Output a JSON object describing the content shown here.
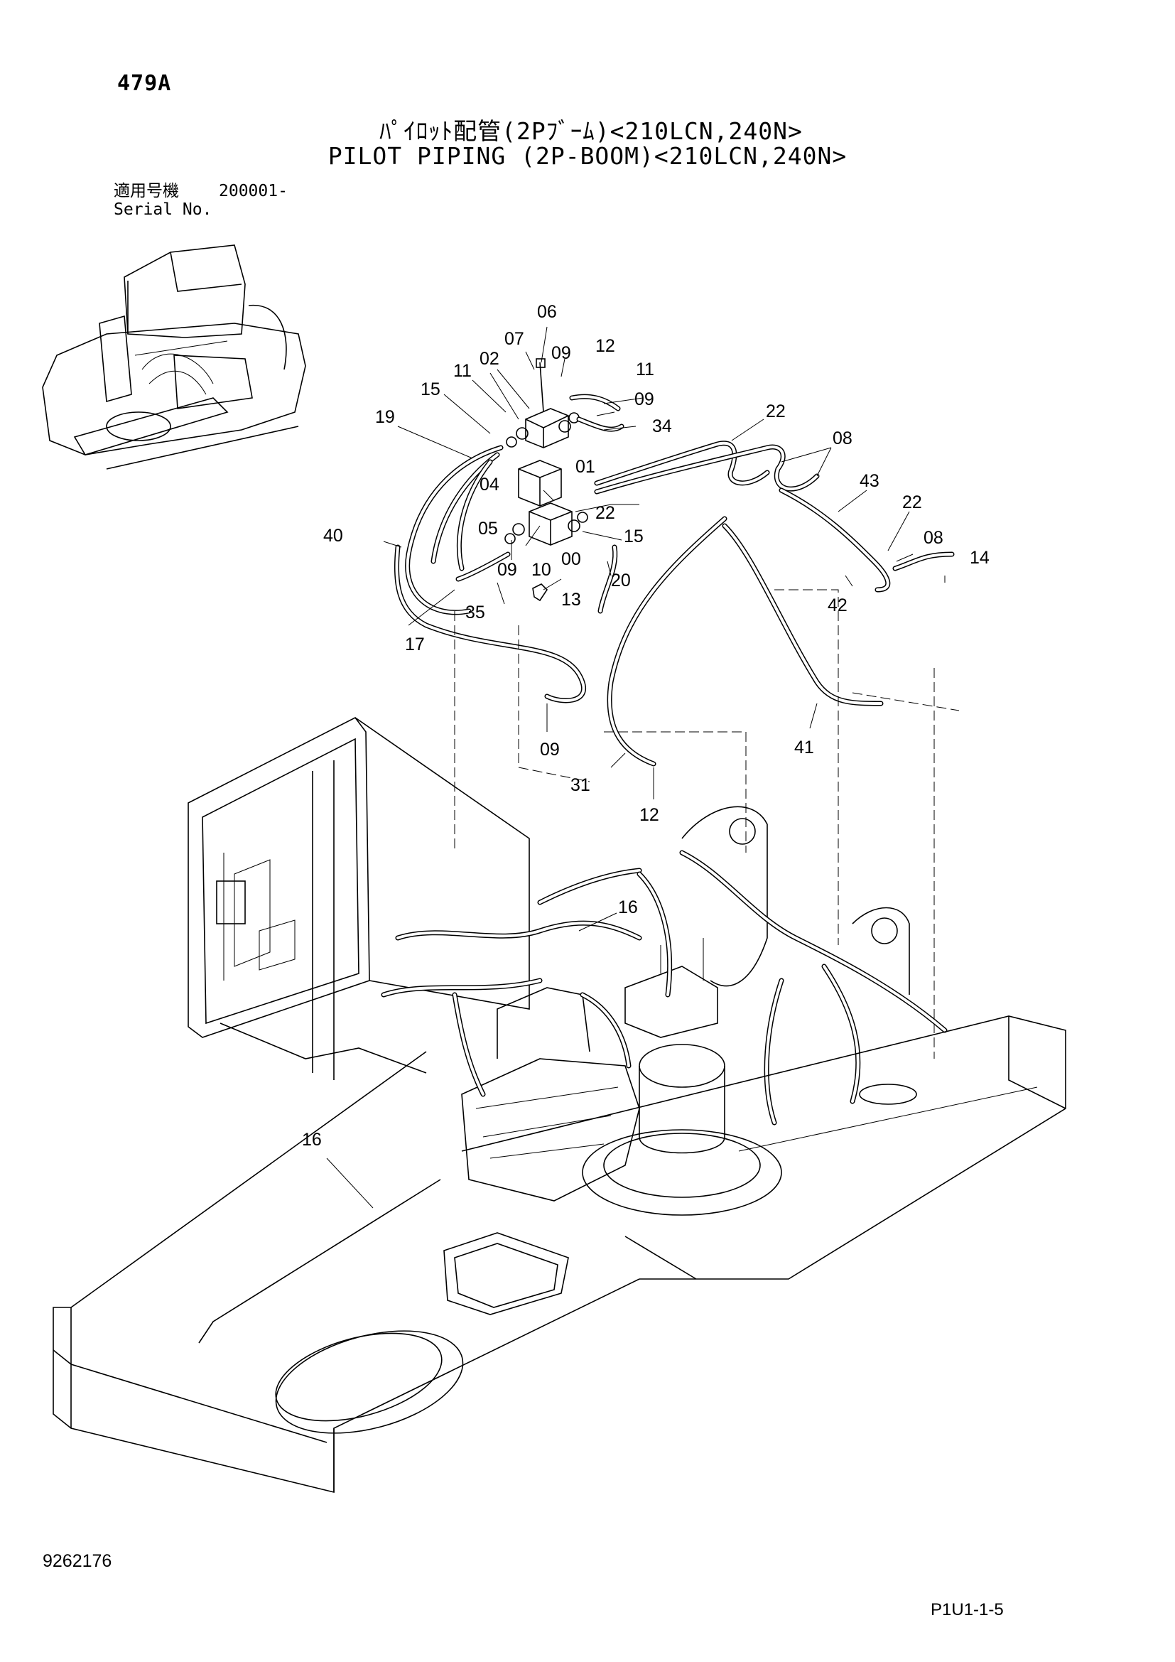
{
  "header": {
    "page_code": "479A",
    "title_jp": "ﾊﾟｲﾛｯﾄ配管(2Pﾌﾞｰﾑ)<210LCN,240N>",
    "title_en": "PILOT PIPING (2P-BOOM)<210LCN,240N>"
  },
  "serial": {
    "label_jp": "適用号機",
    "label_en": "Serial No.",
    "value": "200001-"
  },
  "callouts": [
    "06",
    "07",
    "12",
    "09",
    "11",
    "02",
    "11",
    "15",
    "09",
    "34",
    "19",
    "01",
    "22",
    "04",
    "08",
    "22",
    "05",
    "15",
    "43",
    "40",
    "10",
    "00",
    "22",
    "08",
    "09",
    "20",
    "14",
    "13",
    "35",
    "42",
    "17",
    "09",
    "41",
    "31",
    "12",
    "16",
    "16"
  ],
  "footer": {
    "document_number": "9262176",
    "page_reference": "P1U1-1-5"
  }
}
